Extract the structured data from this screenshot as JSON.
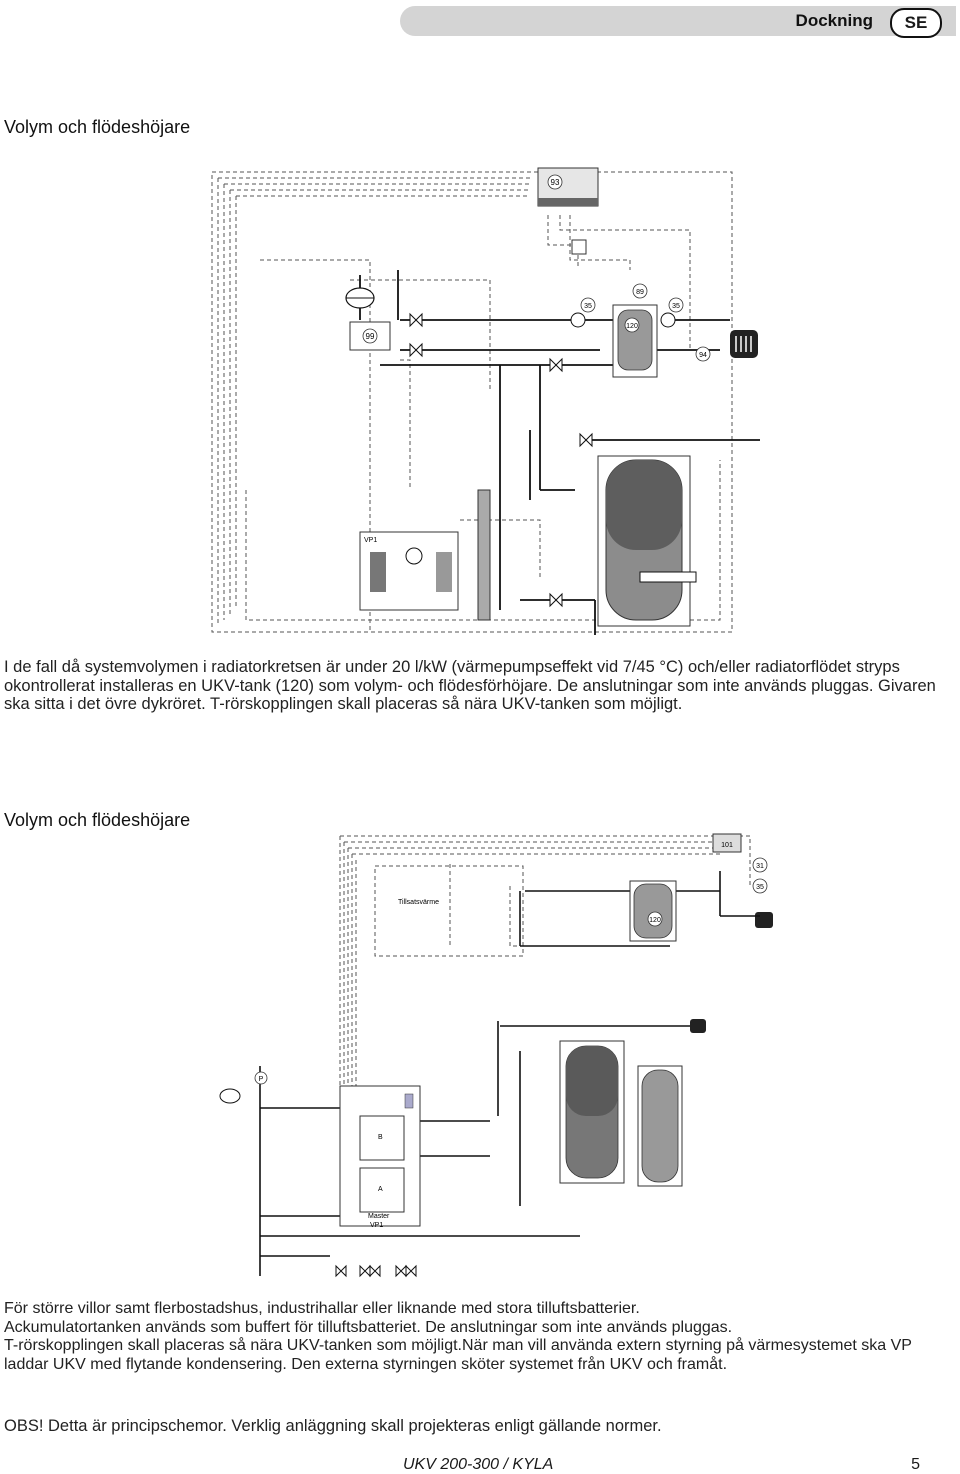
{
  "header": {
    "title": "Dockning",
    "lang_badge": "SE"
  },
  "section1": {
    "heading": "Volym och flödeshöjare",
    "labels": {
      "sensor_93": "93",
      "pump_35a": "35",
      "sensor_89": "89",
      "pump_35b": "35",
      "tank_120": "120",
      "sensor_94": "94",
      "vessel_99": "99",
      "hp_vp1": "VP1"
    },
    "text": "I de fall då systemvolymen i radiatorkretsen är under 20 l/kW (värmepumpseffekt vid 7/45 °C) och/eller radiatorflödet stryps okontrollerat installeras en UKV-tank (120) som volym- och flödesförhöjare. De anslutningar som inte används pluggas. Givaren ska sitta i det övre dykröret. T-rörskopplingen skall placeras så nära UKV-tanken som möjligt."
  },
  "section2": {
    "heading": "Volym och flödeshöjare",
    "labels": {
      "sensor_101": "101",
      "pump_31": "31",
      "pump_35": "35",
      "aux_heat": "Tillsatsvärme",
      "tank_120": "120",
      "gauge_p": "P",
      "module_b": "B",
      "module_a": "A",
      "master": "Master",
      "master_vp1": "VP1"
    },
    "text_lines": [
      "För större villor samt flerbostadshus, industrihallar eller liknande med stora tilluftsbatterier.",
      "Ackumulatortanken används som buffert för tilluftsbatteriet. De anslutningar som inte används pluggas.",
      "T-rörskopplingen skall placeras så nära UKV-tanken som möjligt.När man vill använda extern styrning på värmesystemet ska VP laddar UKV med flytande kondensering. Den externa styrningen sköter systemet från UKV och framåt."
    ]
  },
  "obs_note": "OBS! Detta är principschemor. Verklig anläggning skall projekteras enligt gällande normer.",
  "footer": {
    "doc": "UKV 200-300 / KYLA",
    "page": "5"
  }
}
